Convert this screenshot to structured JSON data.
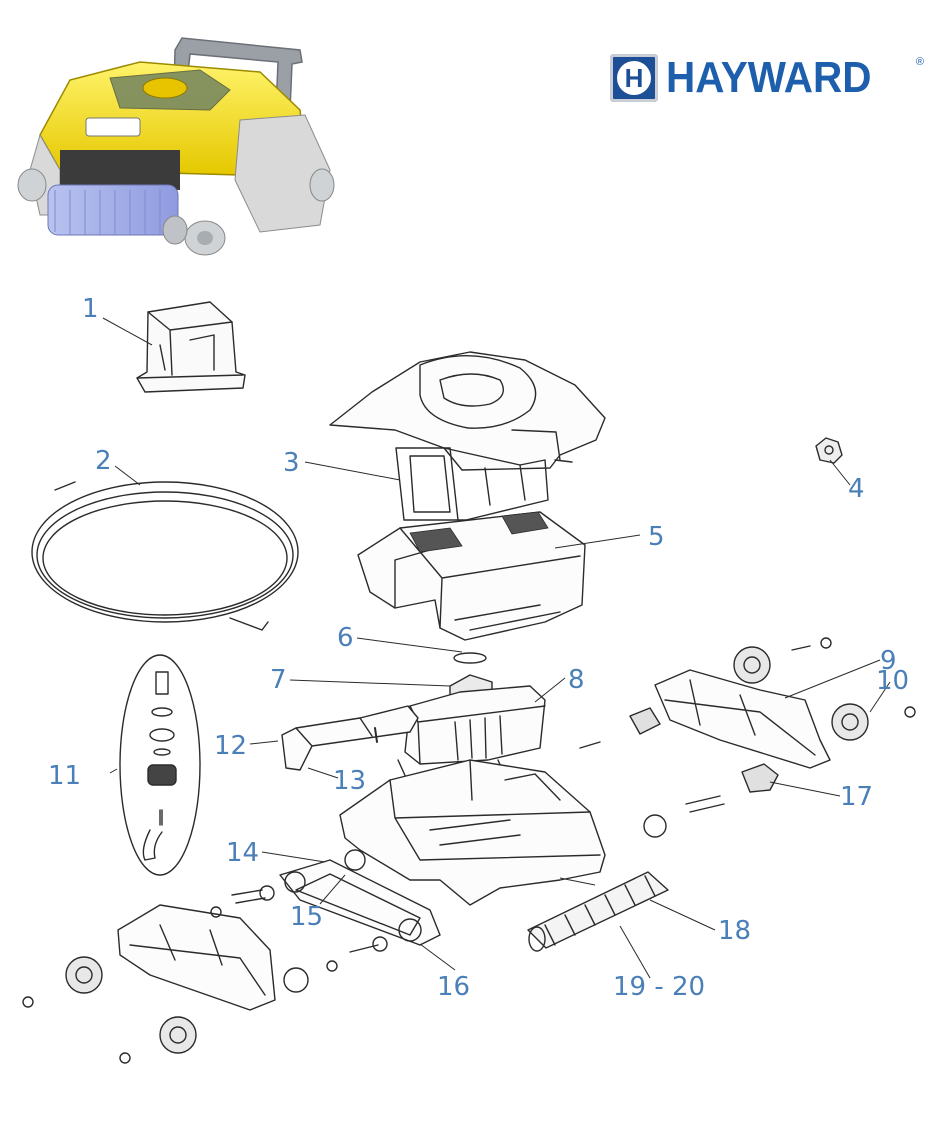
{
  "brand": {
    "name": "HAYWARD",
    "registered": "®",
    "mark": "H"
  },
  "colors": {
    "label": "#4a7fb8",
    "brand_blue": "#1d5fad",
    "robot_yellow": "#f2de1a",
    "line": "#2b2b2b"
  },
  "callouts": {
    "c1": "1",
    "c2": "2",
    "c3": "3",
    "c4": "4",
    "c5": "5",
    "c6": "6",
    "c7": "7",
    "c8": "8",
    "c9": "9",
    "c10": "10",
    "c11": "11",
    "c12": "12",
    "c13": "13",
    "c14": "14",
    "c15": "15",
    "c16": "16",
    "c17": "17",
    "c18": "18",
    "c19_20": "19 - 20"
  }
}
